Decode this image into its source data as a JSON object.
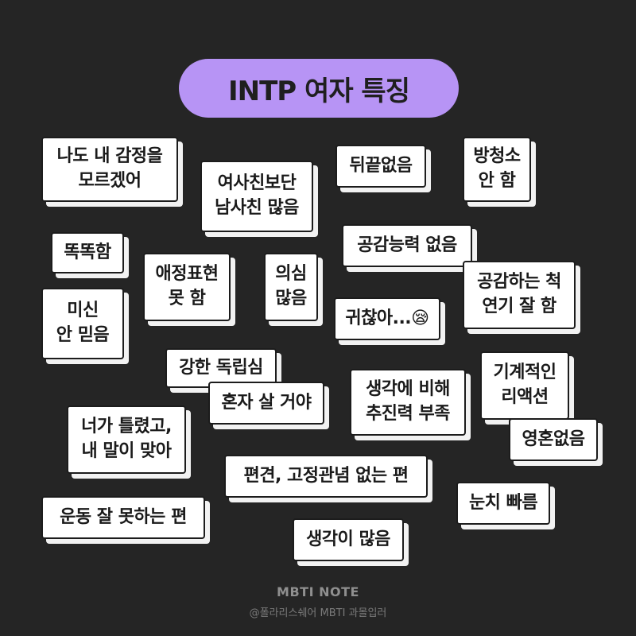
{
  "title": "INTP 여자 특징",
  "cards": [
    "나도 내 감정을\n모르겠어",
    "여사친보단\n남사친 많음",
    "뒤끝없음",
    "방청소\n안 함",
    "공감능력 없음",
    "똑똑함",
    "애정표현\n못 함",
    "의심\n많음",
    "공감하는 척\n연기 잘 함",
    "미신\n안 믿음",
    "귀찮아...😪",
    "강한 독립심",
    "혼자 살 거야",
    "생각에 비해\n추진력 부족",
    "기계적인\n리액션",
    "너가 틀렸고,\n내 말이 맞아",
    "영혼없음",
    "편견, 고정관념 없는 편",
    "눈치 빠름",
    "운동 잘 못하는 편",
    "생각이 많음"
  ],
  "footer": {
    "brand": "MBTI NOTE",
    "credit": "@폴라리스쉐어 MBTI 과몰입러"
  }
}
